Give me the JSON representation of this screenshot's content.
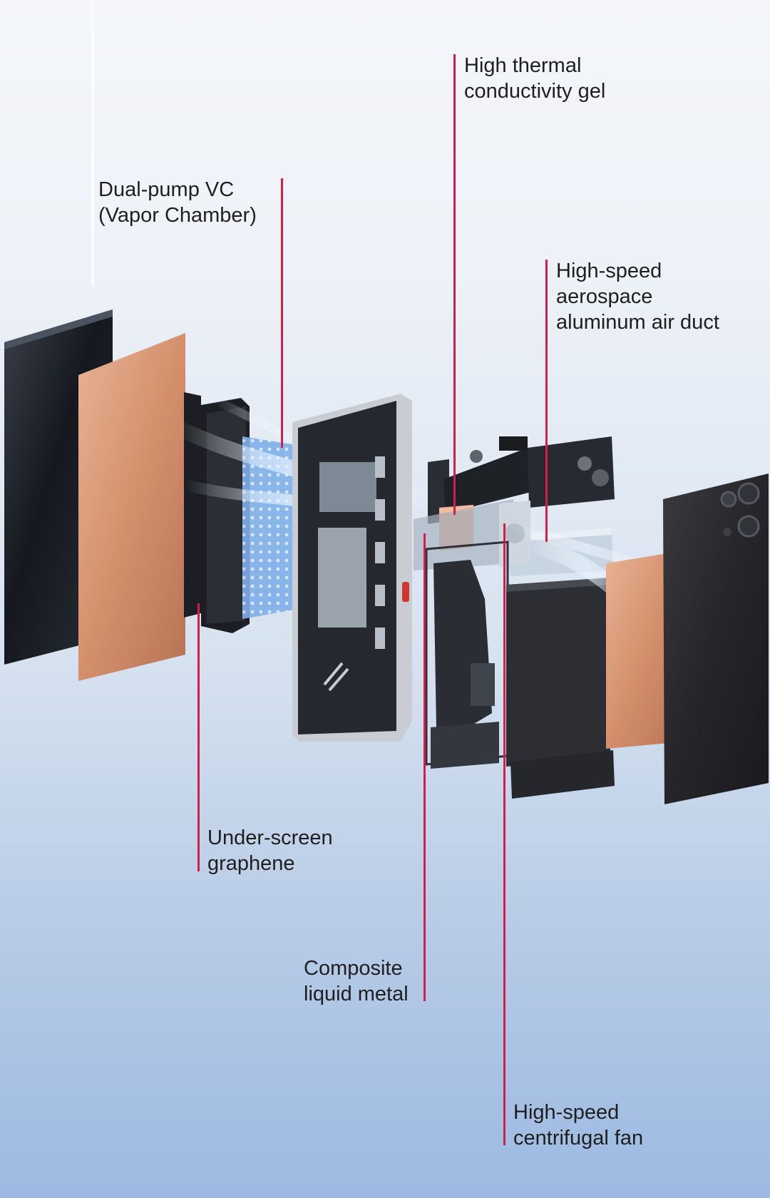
{
  "callouts": {
    "thermal_gel": {
      "line1": "High thermal",
      "line2": "conductivity gel"
    },
    "vapor_chamber": {
      "line1": "Dual-pump VC",
      "line2": "(Vapor Chamber)"
    },
    "air_duct": {
      "line1": "High-speed",
      "line2": "aerospace",
      "line3": "aluminum air duct"
    },
    "graphene": {
      "line1": "Under-screen",
      "line2": "graphene"
    },
    "liquid_metal": {
      "line1": "Composite",
      "line2": "liquid metal"
    },
    "fan": {
      "line1": "High-speed",
      "line2": "centrifugal fan"
    }
  },
  "colors": {
    "leader": "#cf1f4a",
    "text": "#1f1f1f",
    "copper": "#d99a78",
    "screen": "#1b1e25",
    "frame": "#2c2f35"
  }
}
